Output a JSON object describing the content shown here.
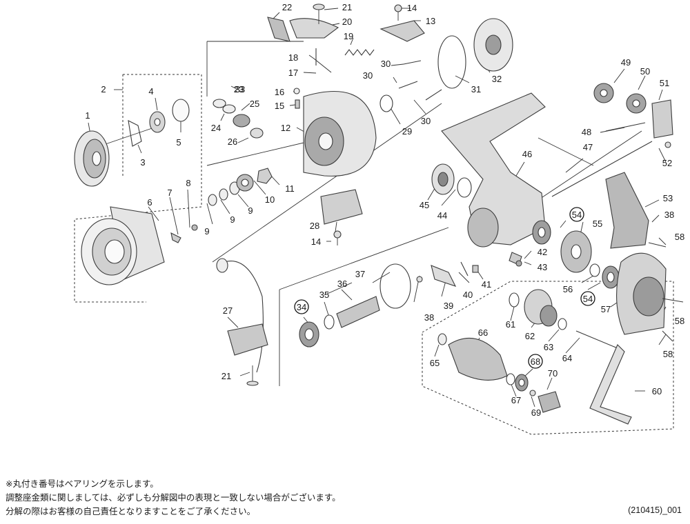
{
  "diagram": {
    "part_numbers": [
      "1",
      "2",
      "3",
      "4",
      "5",
      "6",
      "7",
      "8",
      "9",
      "9",
      "9",
      "10",
      "11",
      "12",
      "13",
      "14",
      "14",
      "15",
      "16",
      "17",
      "18",
      "19",
      "20",
      "21",
      "21",
      "22",
      "23",
      "24",
      "25",
      "26",
      "27",
      "28",
      "29",
      "30",
      "30",
      "30",
      "31",
      "32",
      "33",
      "34",
      "35",
      "36",
      "37",
      "38",
      "38",
      "39",
      "40",
      "41",
      "42",
      "43",
      "44",
      "45",
      "46",
      "47",
      "48",
      "49",
      "50",
      "51",
      "52",
      "53",
      "54",
      "54",
      "55",
      "56",
      "57",
      "58",
      "58",
      "58",
      "60",
      "61",
      "62",
      "63",
      "64",
      "65",
      "66",
      "67",
      "68",
      "69",
      "70"
    ],
    "bearing_numbers": [
      "34",
      "54",
      "54",
      "68"
    ]
  },
  "notes": {
    "line1": "※丸付き番号はベアリングを示します。",
    "line2": "調整座金類に関しましては、必ずしも分解図中の表現と一致しない場合がございます。",
    "line3": "分解の際はお客様の自己責任となりますことをご了承ください。"
  },
  "doc_id": "(210415)_001"
}
